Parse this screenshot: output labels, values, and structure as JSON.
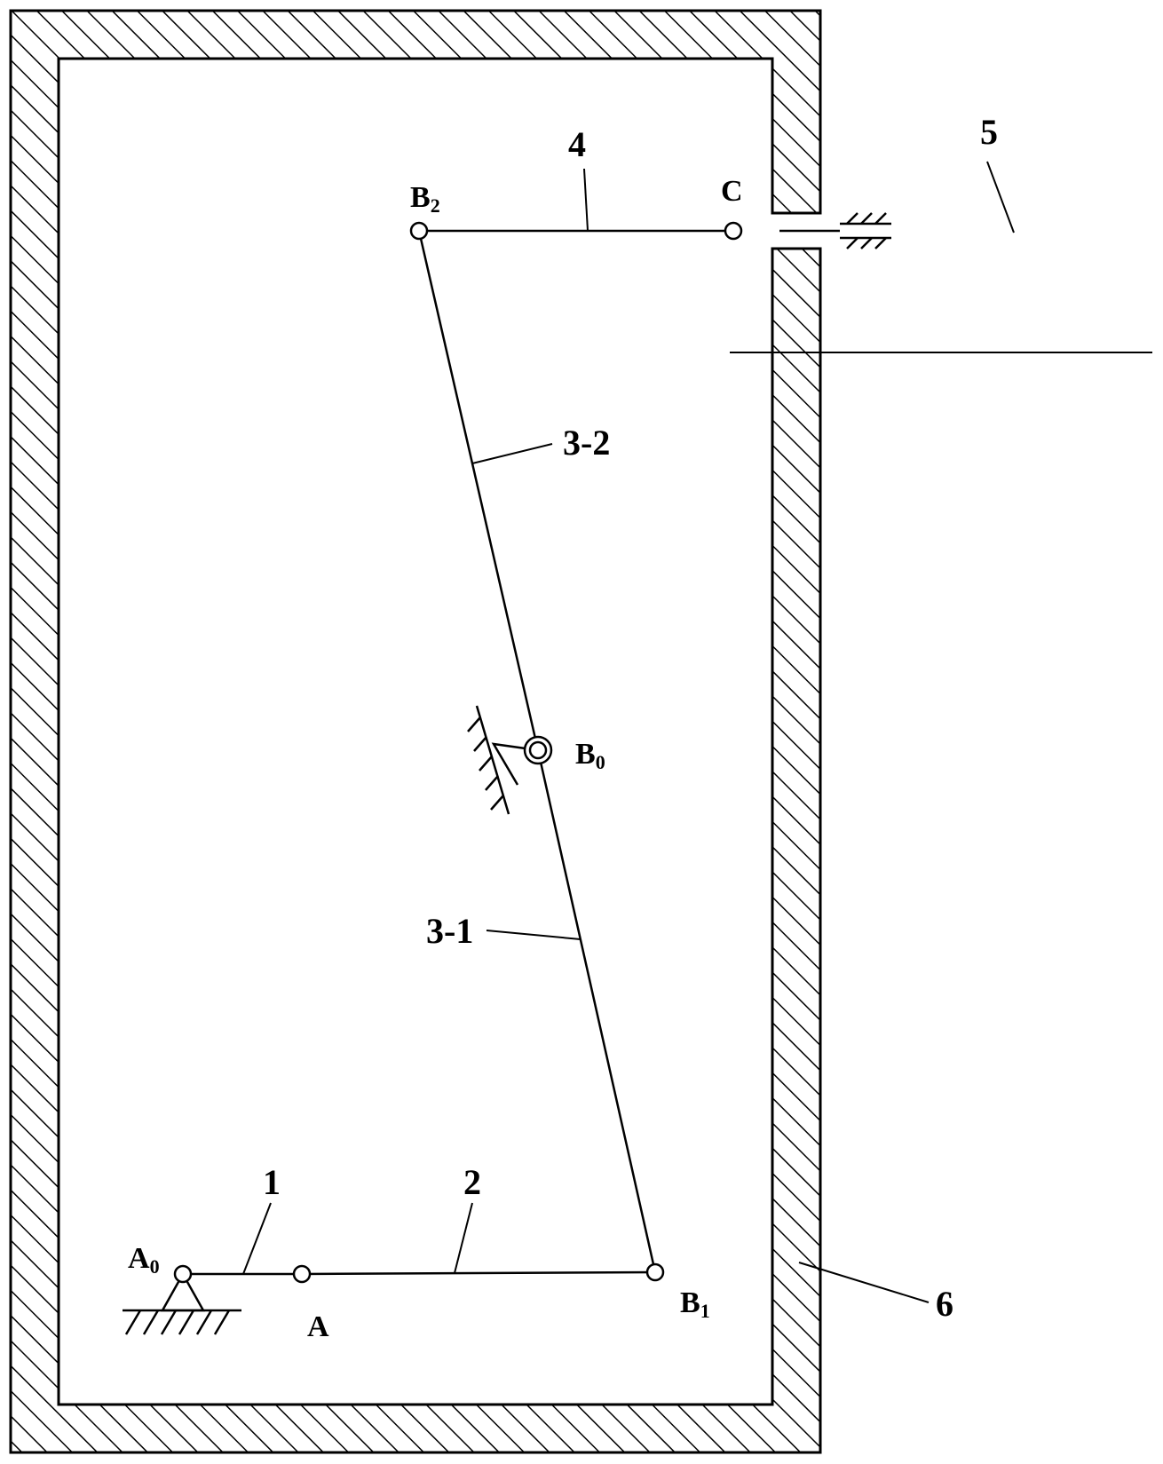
{
  "points": {
    "A0": {
      "main": "A",
      "sub": "0"
    },
    "A": {
      "main": "A"
    },
    "B1": {
      "main": "B",
      "sub": "1"
    },
    "B0": {
      "main": "B",
      "sub": "0"
    },
    "B2": {
      "main": "B",
      "sub": "2"
    },
    "C": {
      "main": "C"
    }
  },
  "parts": {
    "crank": "1",
    "coupler": "2",
    "rocker_lower": "3-1",
    "rocker_upper": "3-2",
    "output_link": "4",
    "slider_guide": "5",
    "housing": "6"
  },
  "colors": {
    "stroke": "#000000",
    "background": "#ffffff"
  }
}
